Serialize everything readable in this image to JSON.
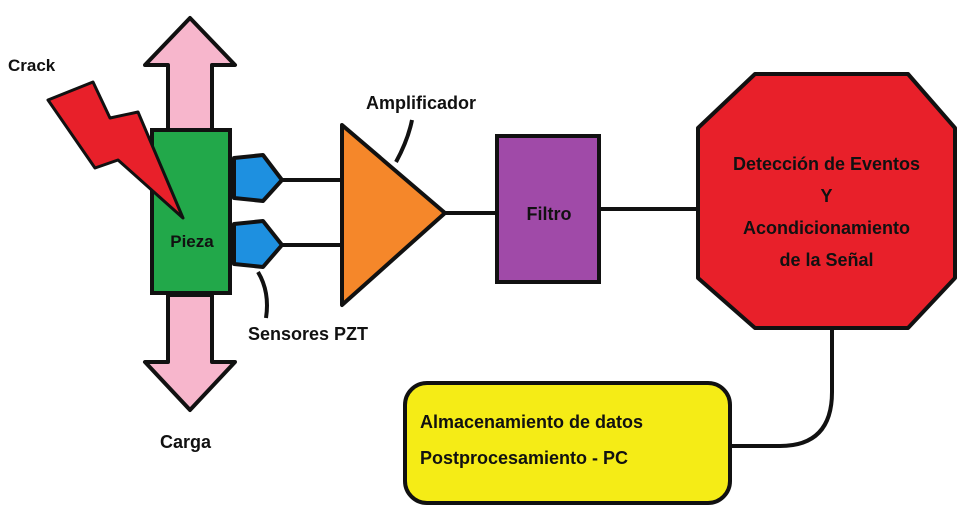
{
  "labels": {
    "crack": "Crack",
    "load": "Carga",
    "piece": "Pieza",
    "sensors": "Sensores PZT",
    "amplifier": "Amplificador",
    "filter": "Filtro",
    "detection": {
      "line1": "Detección de Eventos",
      "line2": "Y",
      "line3": "Acondicionamiento",
      "line4": "de la Señal"
    },
    "storage": {
      "line1": "Almacenamiento de datos",
      "line2": "Postprocesamiento - PC"
    }
  },
  "colors": {
    "piece": "#22a84a",
    "arrow": "#f7b6cc",
    "sensor": "#1e90e0",
    "amplifier": "#f5872a",
    "filter": "#a04aa8",
    "detection": "#e8202a",
    "storage": "#f5ec16",
    "crack": "#e8202a",
    "line": "#111111"
  }
}
